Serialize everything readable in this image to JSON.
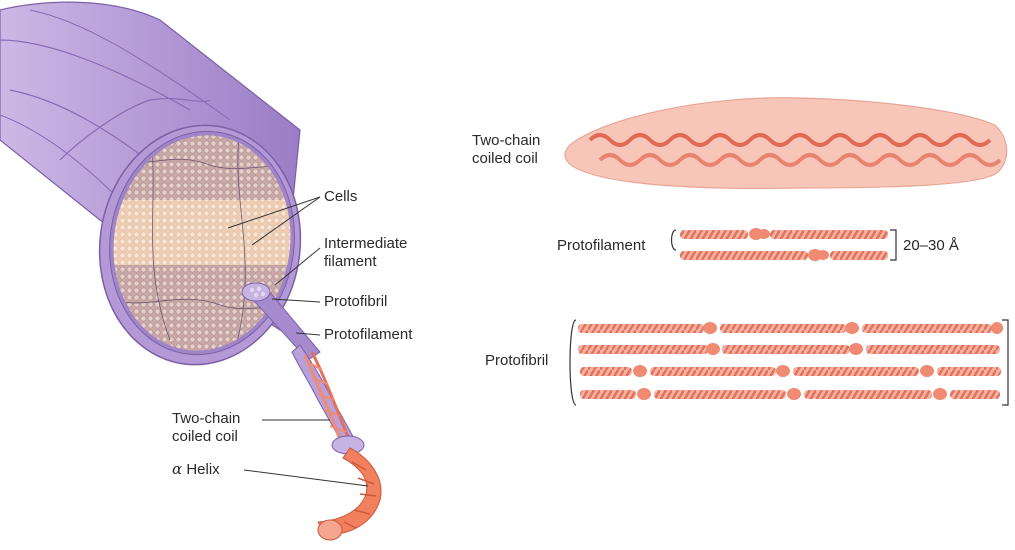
{
  "left_labels": {
    "cells": "Cells",
    "intermediate_filament": "Intermediate filament",
    "protofibril": "Protofibril",
    "protofilament": "Protofilament",
    "two_chain_coiled_coil": "Two-chain coiled coil",
    "alpha_symbol": "α",
    "alpha_helix": "Helix"
  },
  "right_labels": {
    "two_chain_coiled_coil": "Two-chain coiled coil",
    "protofilament": "Protofilament",
    "dimension": "20–30 Å",
    "protofibril": "Protofibril"
  },
  "colors": {
    "hair_purple": "#b49bd4",
    "hair_purple_dark": "#8a6ab5",
    "coil_salmon": "#f08a73",
    "coil_salmon_light": "#f6b3a3",
    "cells_band": "#f4d2b8",
    "helix_orange": "#f2805e",
    "line": "#333333"
  }
}
